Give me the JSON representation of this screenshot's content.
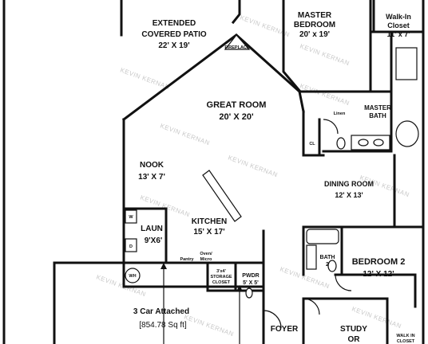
{
  "watermark": "KEVIN KERNAN",
  "rooms": {
    "patio": {
      "name_line1": "EXTENDED",
      "name_line2": "COVERED PATIO",
      "dims": "22' X 19'"
    },
    "master_bedroom": {
      "name_line1": "MASTER",
      "name_line2": "BEDROOM",
      "dims": "20' x 19'"
    },
    "walk_in_closet": {
      "name_line1": "Walk-In",
      "name_line2": "Closet",
      "dims": "11' x 7'"
    },
    "master_bath": {
      "name_line1": "MASTER",
      "name_line2": "BATH"
    },
    "fireplace": {
      "name": "FIREPLACE"
    },
    "great_room": {
      "name": "GREAT ROOM",
      "dims": "20' X 20'"
    },
    "linen": {
      "name": "Linen"
    },
    "cl": {
      "name": "CL"
    },
    "nook": {
      "name": "NOOK",
      "dims": "13' X 7'"
    },
    "dining_room": {
      "name": "DINING ROOM",
      "dims": "12' X 13'"
    },
    "kitchen": {
      "name": "KITCHEN",
      "dims": "15' X 17'"
    },
    "laundry": {
      "name": "LAUN",
      "dims": "9'X6'"
    },
    "laundry_marks": [
      "W",
      "D"
    ],
    "bath2": {
      "name_line1": "BATH",
      "name_line2": "2"
    },
    "bedroom2": {
      "name": "BEDROOM 2",
      "dims": "12' X 12'"
    },
    "wh": {
      "name": "WH"
    },
    "pantry": {
      "name": "Pantry"
    },
    "oven": {
      "name_line1": "Oven/",
      "name_line2": "Micro"
    },
    "storage": {
      "name_line1": "3'x4'",
      "name_line2": "STORAGE",
      "name_line3": "CLOSET"
    },
    "powder": {
      "name_line1": "PWDR",
      "name_line2": "5' X 5'"
    },
    "garage": {
      "name": "3 Car Attached",
      "dims": "[854.78 Sq ft]"
    },
    "foyer": {
      "name": "FOYER"
    },
    "study": {
      "name_line1": "STUDY",
      "name_line2": "OR"
    },
    "walk_closet2": {
      "name_line1": "WALK IN",
      "name_line2": "CLOSET"
    }
  }
}
